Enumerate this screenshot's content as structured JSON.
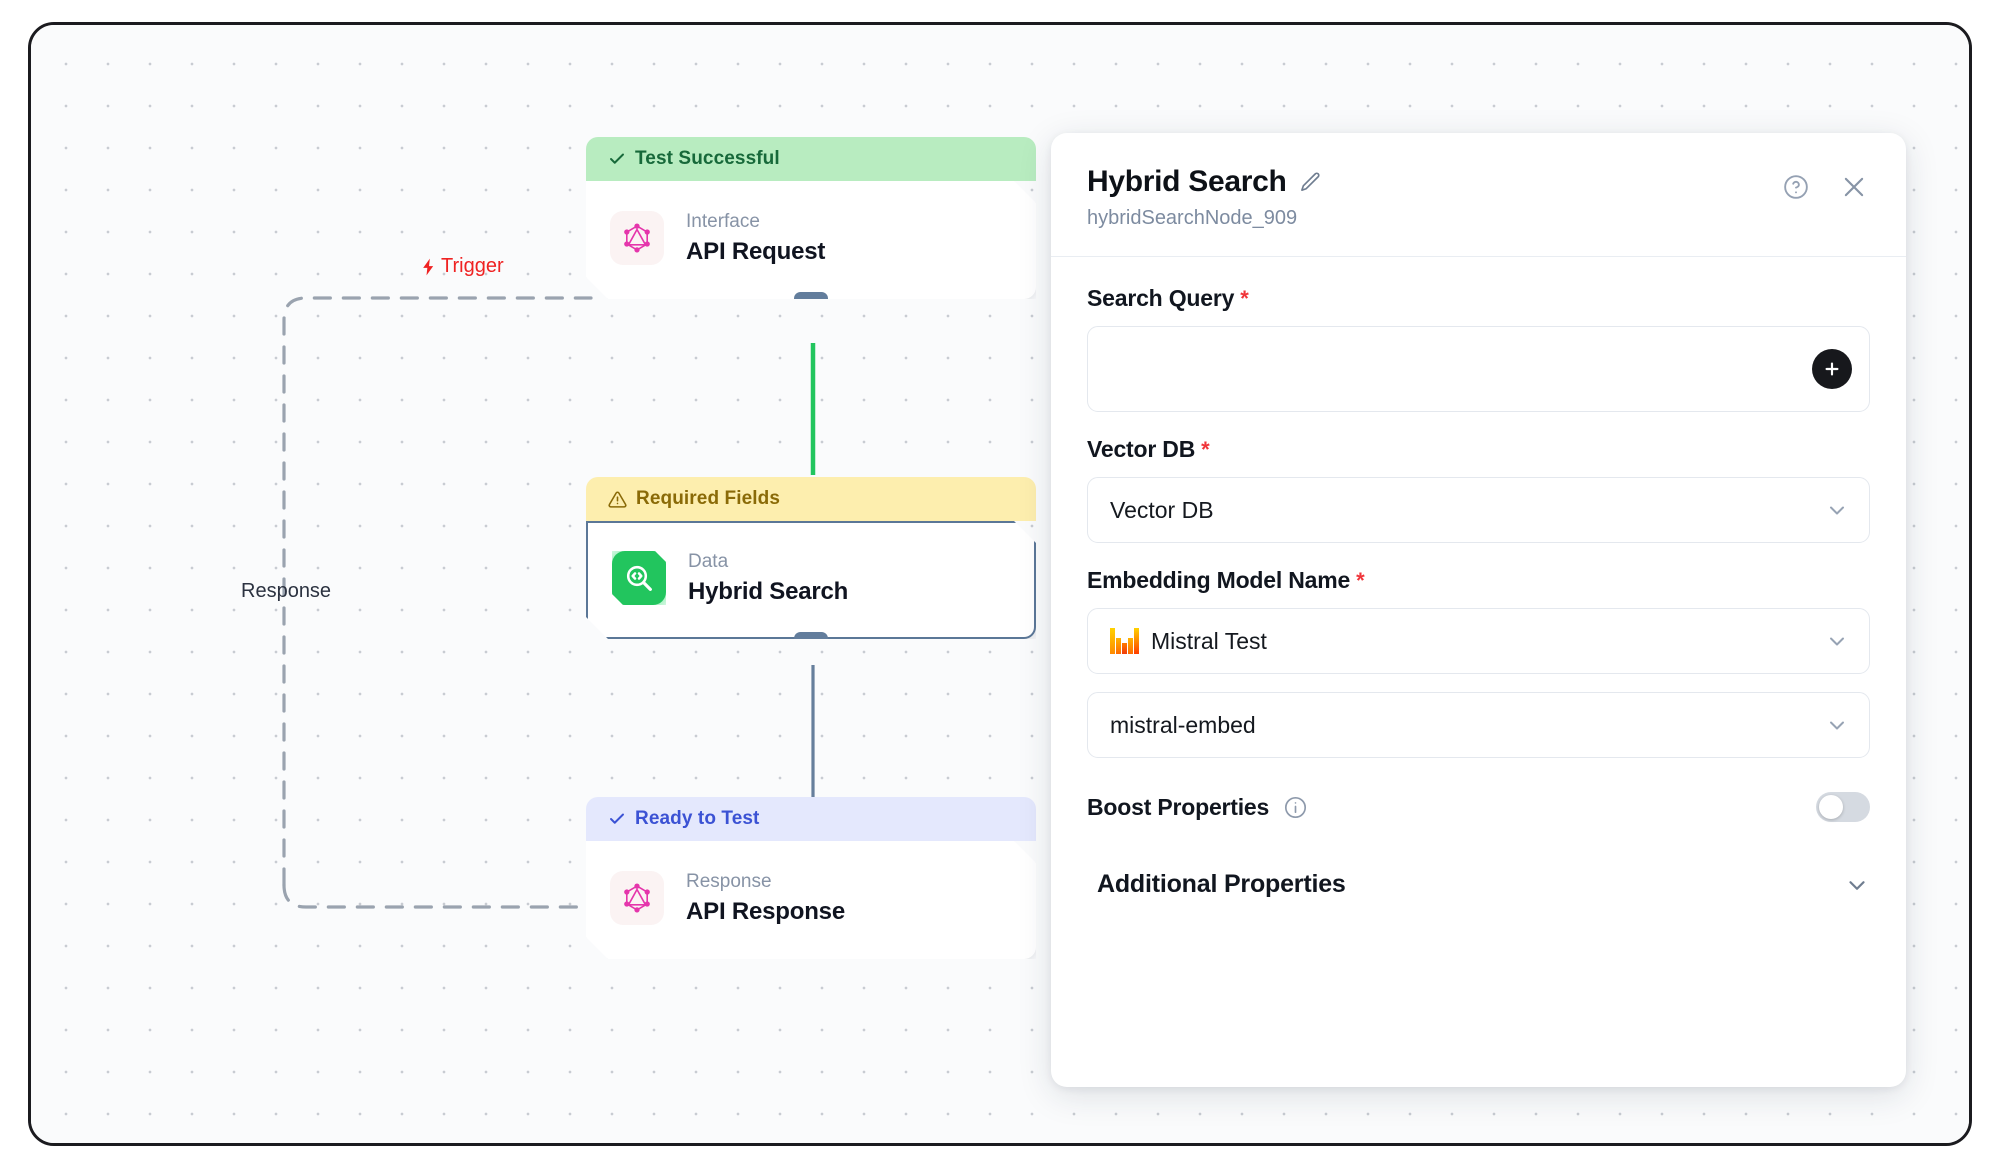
{
  "canvas": {
    "nodes": [
      {
        "status_label": "Test Successful",
        "status_icon": "check-icon",
        "status_type": "success",
        "kind": "Interface",
        "title": "API Request",
        "icon": "graphql-icon"
      },
      {
        "status_label": "Required Fields",
        "status_icon": "warning-triangle-icon",
        "status_type": "warning",
        "kind": "Data",
        "title": "Hybrid Search",
        "icon": "hybrid-search-icon"
      },
      {
        "status_label": "Ready to Test",
        "status_icon": "check-icon",
        "status_type": "ready",
        "kind": "Response",
        "title": "API Response",
        "icon": "graphql-icon"
      }
    ],
    "edge_labels": {
      "trigger": "Trigger",
      "trigger_icon": "lightning-bolt-icon",
      "response": "Response"
    },
    "colors": {
      "edge_active": "#22c55e",
      "edge_default": "#667f9c",
      "status_success_bg": "#b8ecc0",
      "status_warning_bg": "#fdeeae",
      "status_ready_bg": "#e4e8fd",
      "trigger_red": "#ef2222"
    }
  },
  "panel": {
    "title": "Hybrid Search",
    "edit_icon": "pencil-icon",
    "subtitle": "hybridSearchNode_909",
    "help_icon": "help-circle-icon",
    "close_icon": "close-icon",
    "fields": {
      "search_query": {
        "label": "Search Query",
        "required_mark": "*",
        "value": "",
        "placeholder": "",
        "add_button_icon": "plus-icon"
      },
      "vector_db": {
        "label": "Vector DB",
        "required_mark": "*",
        "value": "Vector DB",
        "chevron_icon": "chevron-down-icon"
      },
      "embedding_model": {
        "label": "Embedding Model Name",
        "required_mark": "*",
        "provider_value": "Mistral Test",
        "provider_icon": "mistral-logo-icon",
        "model_value": "mistral-embed",
        "chevron_icon": "chevron-down-icon"
      },
      "boost_properties": {
        "label": "Boost Properties",
        "info_icon": "info-circle-icon",
        "enabled": false
      },
      "additional_properties": {
        "label": "Additional Properties",
        "chevron_icon": "chevron-down-icon"
      }
    }
  }
}
